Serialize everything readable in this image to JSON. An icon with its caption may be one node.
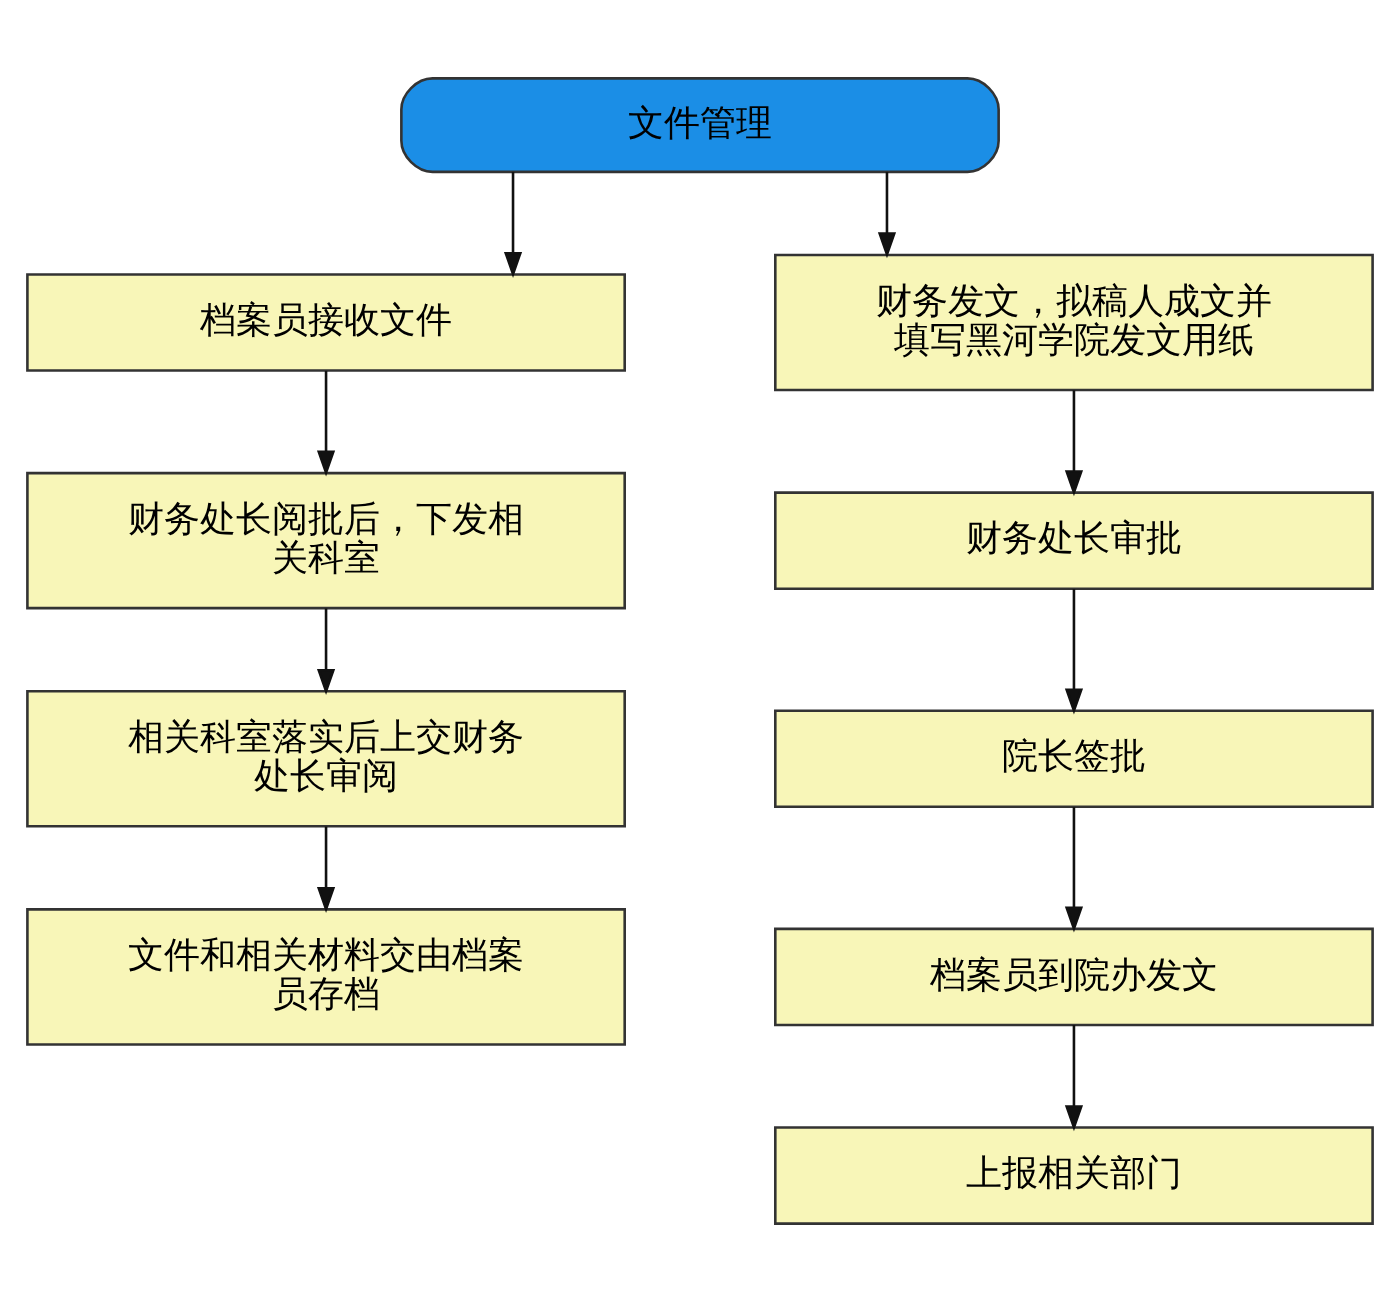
{
  "diagram": {
    "nodes": [
      {
        "text": [
          "文件管理"
        ]
      },
      {
        "text": [
          "档案员接收文件"
        ]
      },
      {
        "text": [
          "财务处长阅批后，下发相关科室"
        ]
      },
      {
        "text": [
          "相关科室落实后上交财务处长审阅"
        ]
      },
      {
        "text": [
          "文件和相关材料交由档案员存档"
        ]
      },
      {
        "text": [
          "财务发文，拟稿人成文并填写黑河学院发文用纸"
        ]
      },
      {
        "text": [
          "财务处长审批"
        ]
      },
      {
        "text": [
          "院长签批"
        ]
      },
      {
        "text": [
          "档案员到院办发文"
        ]
      },
      {
        "text": [
          "上报相关部门"
        ]
      }
    ],
    "edges": [
      {
        "from": 0,
        "to": 1,
        "arrow": "to"
      },
      {
        "from": 0,
        "to": 5,
        "arrow": "to"
      },
      {
        "from": 1,
        "to": 2,
        "arrow": "to"
      },
      {
        "from": 2,
        "to": 3,
        "arrow": "to"
      },
      {
        "from": 3,
        "to": 4,
        "arrow": "to"
      },
      {
        "from": 5,
        "to": 6,
        "arrow": "to"
      },
      {
        "from": 6,
        "to": 7,
        "arrow": "to"
      },
      {
        "from": 7,
        "to": 8,
        "arrow": "to"
      },
      {
        "from": 8,
        "to": 9,
        "arrow": "to"
      }
    ]
  }
}
